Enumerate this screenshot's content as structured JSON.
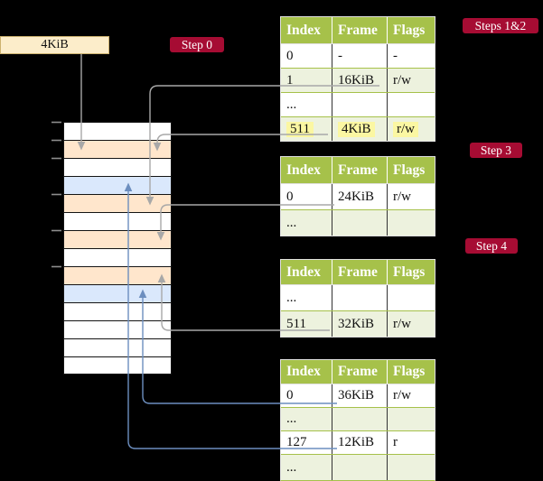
{
  "frame_box": {
    "label": "4KiB"
  },
  "badges": {
    "step0": "Step 0",
    "steps12": "Steps 1&2",
    "step3": "Step 3",
    "step4": "Step 4"
  },
  "tables": [
    {
      "name": "page-table-steps-1-2",
      "headers": [
        "Index",
        "Frame",
        "Flags"
      ],
      "rows": [
        {
          "cells": [
            "0",
            "-",
            "-"
          ],
          "shaded": false,
          "highlight": false
        },
        {
          "cells": [
            "1",
            "16KiB",
            "r/w"
          ],
          "shaded": true,
          "highlight": false
        },
        {
          "cells": [
            "...",
            "",
            ""
          ],
          "shaded": false,
          "highlight": false
        },
        {
          "cells": [
            "511",
            "4KiB",
            "r/w"
          ],
          "shaded": true,
          "highlight": true
        }
      ]
    },
    {
      "name": "page-table-step-3",
      "headers": [
        "Index",
        "Frame",
        "Flags"
      ],
      "rows": [
        {
          "cells": [
            "0",
            "24KiB",
            "r/w"
          ],
          "shaded": false,
          "highlight": false
        },
        {
          "cells": [
            "...",
            "",
            ""
          ],
          "shaded": true,
          "highlight": false
        }
      ]
    },
    {
      "name": "page-table-step-4",
      "headers": [
        "Index",
        "Frame",
        "Flags"
      ],
      "rows": [
        {
          "cells": [
            "...",
            "",
            ""
          ],
          "shaded": false,
          "highlight": false
        },
        {
          "cells": [
            "511",
            "32KiB",
            "r/w"
          ],
          "shaded": true,
          "highlight": false
        }
      ]
    },
    {
      "name": "page-table-final",
      "headers": [
        "Index",
        "Frame",
        "Flags"
      ],
      "rows": [
        {
          "cells": [
            "0",
            "36KiB",
            "r/w"
          ],
          "shaded": false,
          "highlight": false
        },
        {
          "cells": [
            "...",
            "",
            ""
          ],
          "shaded": true,
          "highlight": false
        },
        {
          "cells": [
            "127",
            "12KiB",
            "r"
          ],
          "shaded": false,
          "highlight": false
        },
        {
          "cells": [
            "...",
            "",
            ""
          ],
          "shaded": true,
          "highlight": false
        }
      ]
    }
  ],
  "memory": {
    "rows": [
      "white",
      "orange",
      "white",
      "blue",
      "orange",
      "white",
      "orange",
      "white",
      "orange",
      "blue",
      "white",
      "white",
      "white",
      "white"
    ],
    "ticks": 6
  },
  "connectors": [
    {
      "id": "4kib-box",
      "from": "4KiB box",
      "to": "memory row 2 (orange)",
      "color": "gray"
    },
    {
      "id": "t1-row1",
      "from": "table 1 index 1 (16KiB)",
      "to": "memory row 5 (orange)",
      "color": "gray"
    },
    {
      "id": "t1-row511",
      "from": "table 1 index 511 (4KiB)",
      "to": "memory row 2 (orange)",
      "color": "gray"
    },
    {
      "id": "t2-row0",
      "from": "table 2 index 0 (24KiB)",
      "to": "memory row 7 (orange)",
      "color": "gray"
    },
    {
      "id": "t3-row511",
      "from": "table 3 index 511 (32KiB)",
      "to": "memory row 9 (orange)",
      "color": "gray"
    },
    {
      "id": "t4-row0",
      "from": "table 4 index 0 (36KiB)",
      "to": "memory row 10 (blue)",
      "color": "blue"
    },
    {
      "id": "t4-row127",
      "from": "table 4 index 127 (12KiB)",
      "to": "memory row 4 (blue)",
      "color": "blue"
    }
  ],
  "colors": {
    "background": "#000000",
    "badge_bg": "#a60c33",
    "badge_text": "#ffffff",
    "table_header_bg": "#a6c14a",
    "table_header_text": "#ffffff",
    "table_row_bg": "#ffffff",
    "table_row_shaded_bg": "#edf2de",
    "highlight_bg": "#fbf7a2",
    "mem_orange": "#ffe6cc",
    "mem_blue": "#dae8fc",
    "mem_white": "#ffffff",
    "gray_connector": "#a8a8a8",
    "blue_connector": "#6c8ebf",
    "frame_box_bg": "#fcedca",
    "frame_box_border": "#cdb26f",
    "row_border_green": "#a6c14a",
    "cell_border_dark": "#333333",
    "table_border": "#e0e0e0",
    "mem_border": "#141414",
    "tick_gray": "#8d8d8d"
  }
}
